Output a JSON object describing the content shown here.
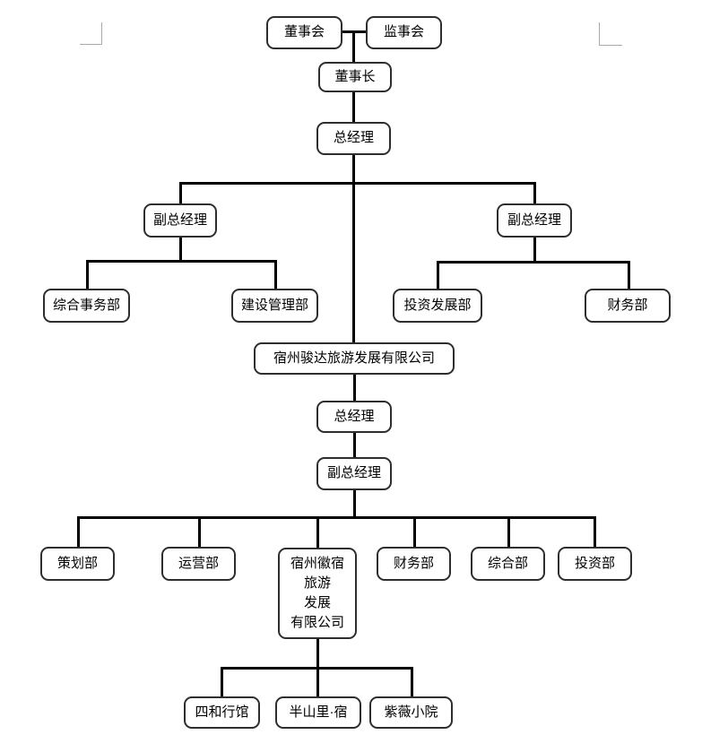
{
  "colors": {
    "background": "#ffffff",
    "connector_line": "#000000",
    "node_border": "#2e2e2e",
    "node_text": "#000000",
    "margin_mark": "#a9a9a9"
  },
  "org_chart": {
    "nodes": {
      "board": "董事会",
      "supervisory_board": "监事会",
      "chairman": "董事长",
      "general_manager_1": "总经理",
      "deputy_gm_left": "副总经理",
      "deputy_gm_right": "副总经理",
      "general_affairs_dept": "综合事务部",
      "construction_mgmt_dept": "建设管理部",
      "investment_dev_dept": "投资发展部",
      "finance_dept_upper": "财务部",
      "junda_company": "宿州骏达旅游发展有限公司",
      "general_manager_2": "总经理",
      "deputy_gm_2": "副总经理",
      "planning_dept": "策划部",
      "operations_dept": "运营部",
      "huisu_company": [
        "宿州徽宿",
        "旅游",
        "发展",
        "有限公司"
      ],
      "finance_dept_lower": "财务部",
      "general_dept": "综合部",
      "investment_dept": "投资部",
      "sihe_guesthouse": "四和行馆",
      "banshanli_su": "半山里·宿",
      "ziwei_courtyard": "紫薇小院"
    }
  }
}
